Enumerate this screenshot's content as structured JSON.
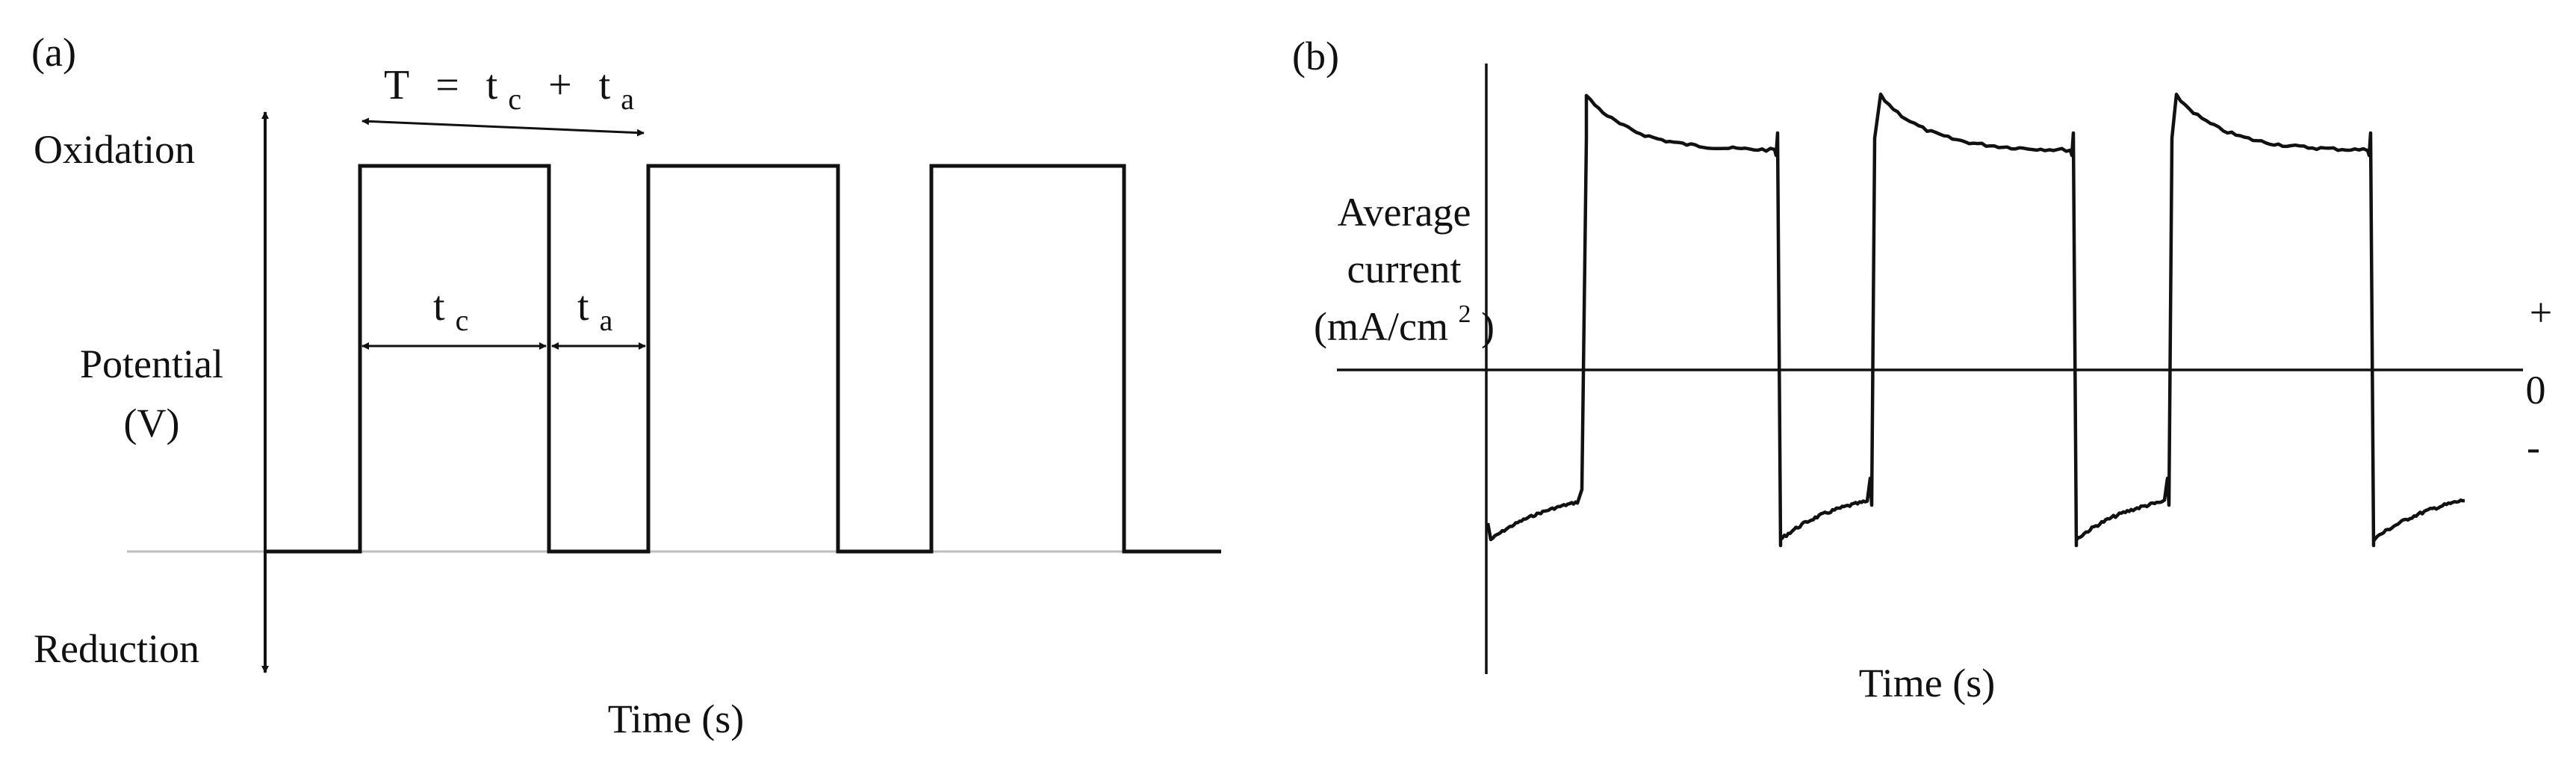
{
  "panel_a": {
    "panel_label": "(a)",
    "top_label": "Oxidation",
    "bottom_label": "Reduction",
    "ylabel_line1": "Potential",
    "ylabel_line2": "(V)",
    "xlabel": "Time (s)",
    "period_T": "T",
    "period_eq": "=",
    "period_t": "t",
    "period_c": "c",
    "period_plus": "+",
    "period_t2": "t",
    "period_a": "a",
    "tc_t": "t",
    "tc_sub": "c",
    "ta_t": "t",
    "ta_sub": "a"
  },
  "panel_b": {
    "panel_label": "(b)",
    "ylabel_line1": "Average",
    "ylabel_line2": "current",
    "ylabel_line3_pre": "(mA/cm",
    "ylabel_line3_sup": "2",
    "ylabel_line3_post": ")",
    "xlabel": "Time (s)",
    "plus_sign": "+",
    "zero": "0",
    "minus_sign": "-"
  },
  "colors": {
    "ink": "#111111",
    "baseline": "#bdbdbd"
  },
  "chart_data": [
    {
      "type": "line",
      "title": "",
      "xlabel": "Time (s)",
      "ylabel": "Potential (V)",
      "waveform": "square",
      "cycles": 3,
      "levels": [
        "Oxidation",
        "Reduction"
      ],
      "segments": [
        "t_c",
        "t_a"
      ],
      "period": "T = t_c + t_a"
    },
    {
      "type": "line",
      "title": "",
      "xlabel": "Time (s)",
      "ylabel": "Average current (mA/cm2)",
      "waveform": "pulsed current with decay after each transition",
      "cycles": 3,
      "y_signs": [
        "+",
        "0",
        "-"
      ]
    }
  ]
}
